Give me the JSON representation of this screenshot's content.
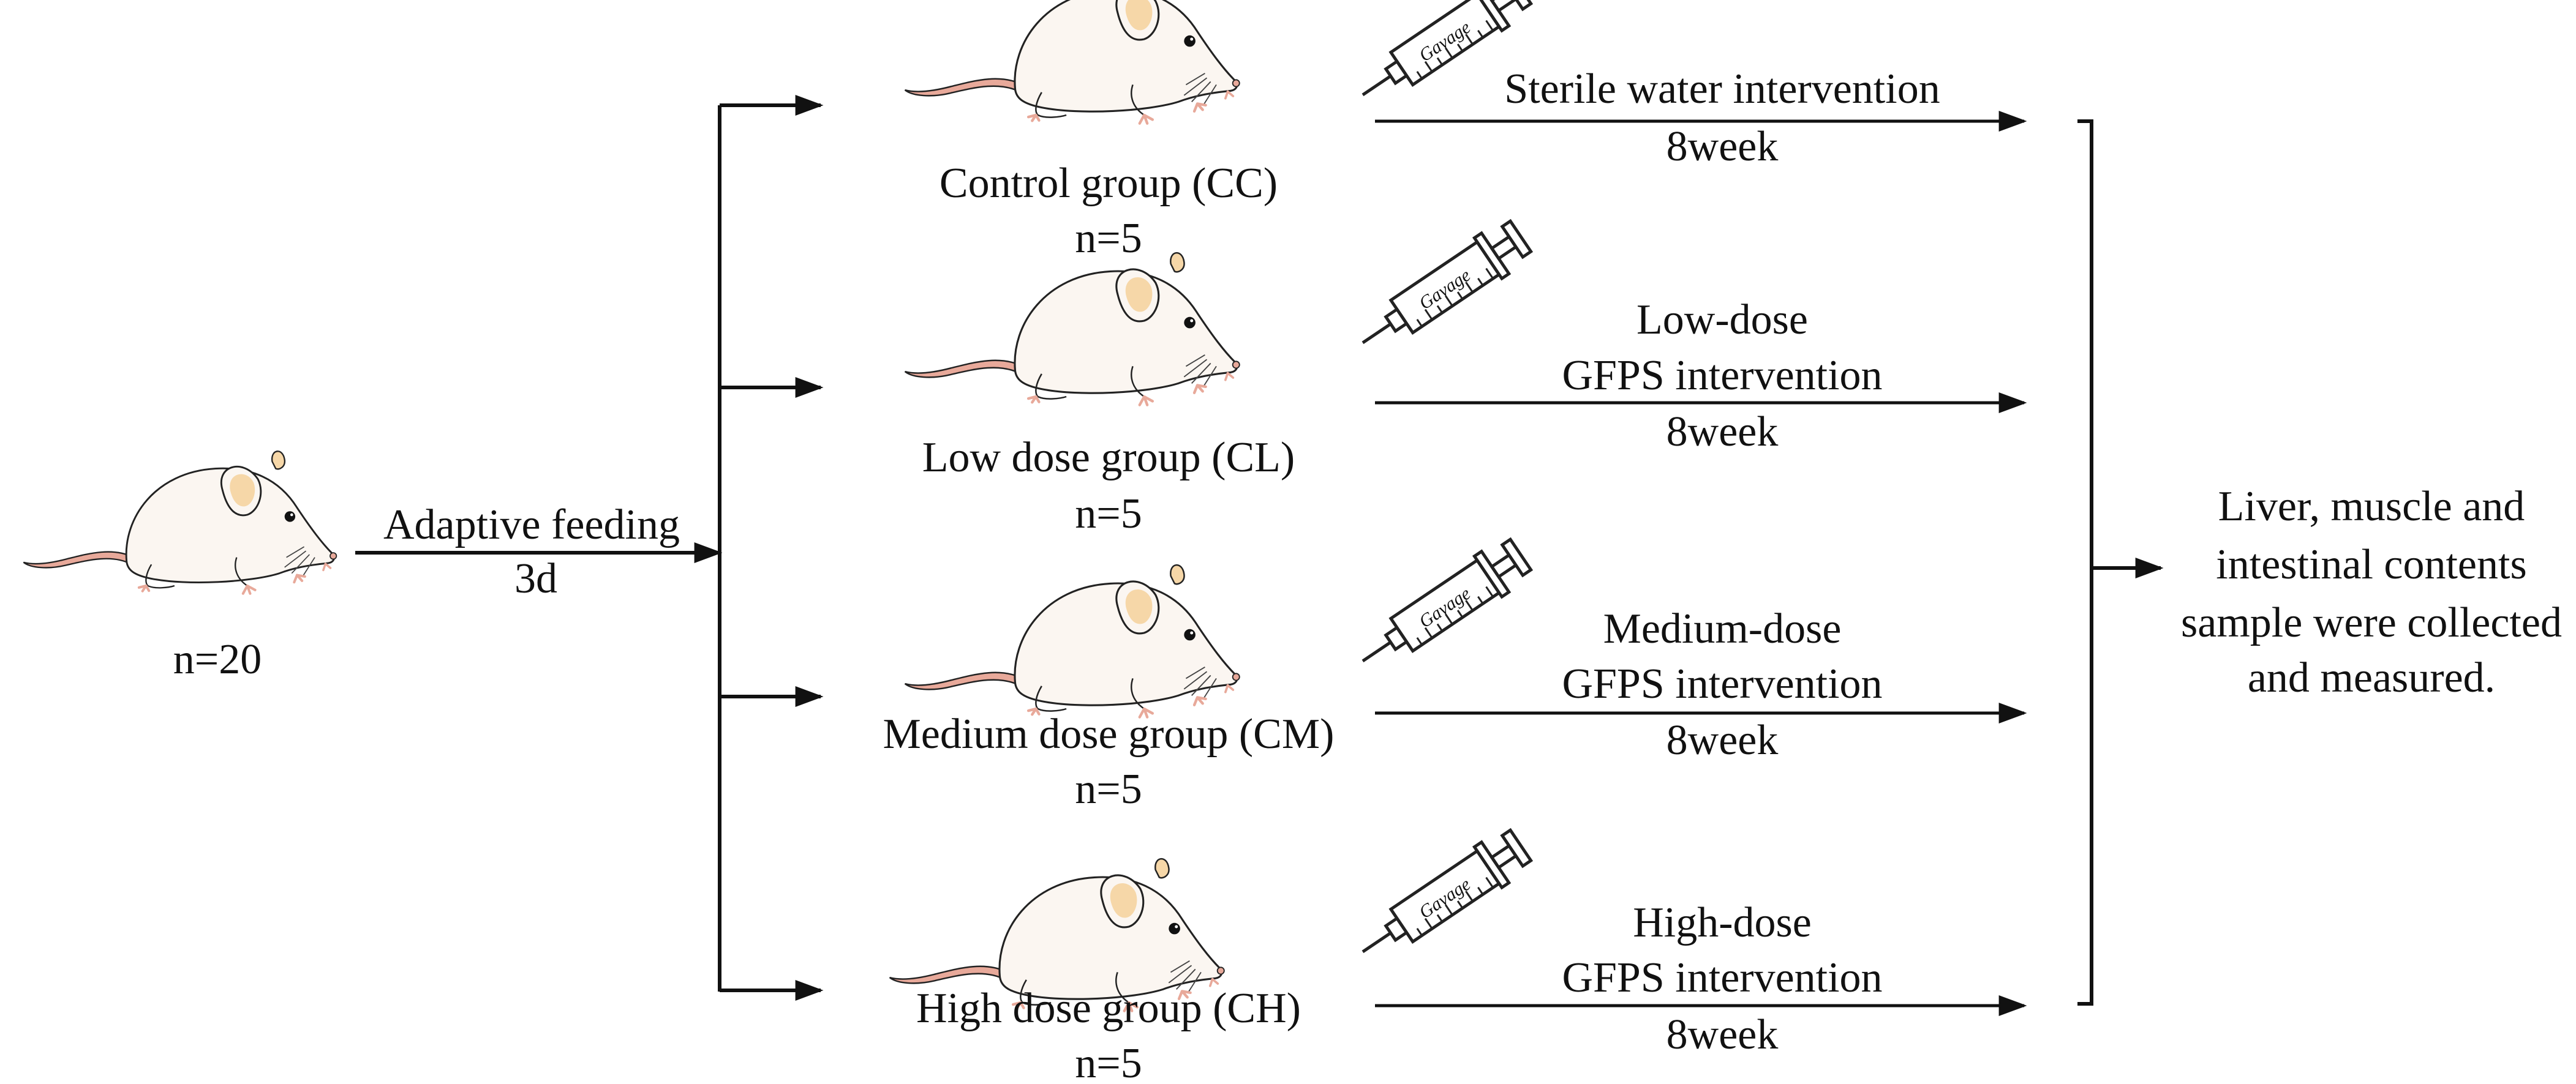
{
  "start": {
    "count": "n=20"
  },
  "adaptation": {
    "label": "Adaptive feeding",
    "duration": "3d"
  },
  "syringe_label": "Gavage",
  "groups": [
    {
      "name": "Control group (CC)",
      "count": "n=5",
      "intervention": [
        "Sterile water intervention"
      ],
      "duration": "8week"
    },
    {
      "name": "Low dose group (CL)",
      "count": "n=5",
      "intervention": [
        "Low-dose",
        "GFPS  intervention"
      ],
      "duration": "8week"
    },
    {
      "name": "Medium dose group (CM)",
      "count": "n=5",
      "intervention": [
        "Medium-dose",
        "GFPS intervention"
      ],
      "duration": "8week"
    },
    {
      "name": "High dose group (CH)",
      "count": "n=5",
      "intervention": [
        "High-dose",
        "GFPS  intervention"
      ],
      "duration": "8week"
    }
  ],
  "outcome": {
    "lines": [
      "Liver, muscle and",
      "intestinal contents",
      "sample were collected",
      "and measured."
    ]
  },
  "colors": {
    "line": "#111111",
    "mouse_body": "#fbf6f1",
    "mouse_ear": "#f6d7a8",
    "mouse_tail": "#e8a99a"
  }
}
